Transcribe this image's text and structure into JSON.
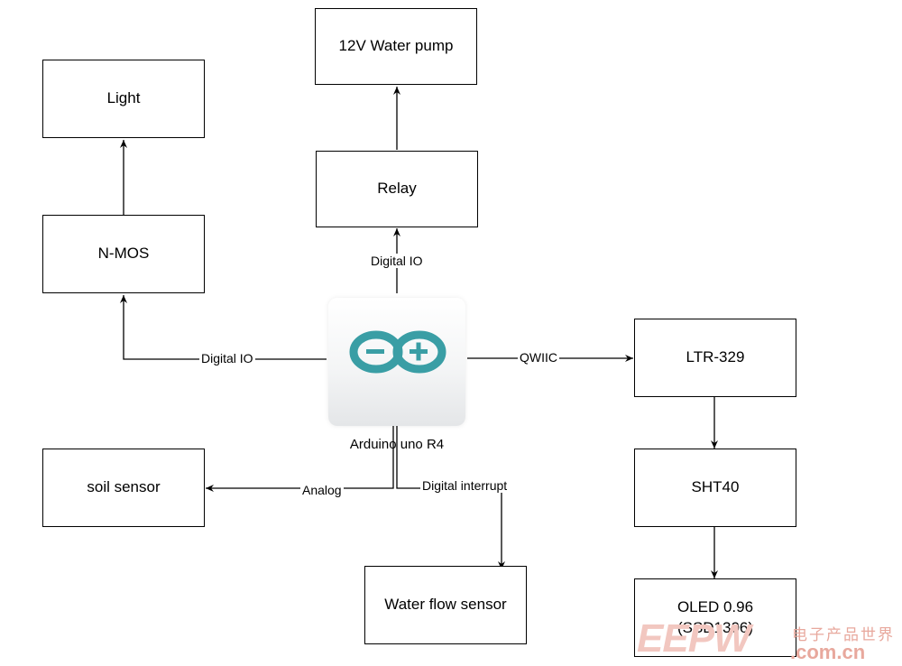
{
  "nodes": {
    "pump": "12V Water pump",
    "light": "Light",
    "relay": "Relay",
    "nmos": "N-MOS",
    "ltr": "LTR-329",
    "sht": "SHT40",
    "oled": "OLED 0.96\n(SSD1306)",
    "soil": "soil sensor",
    "flow": "Water flow sensor"
  },
  "arduino": {
    "caption": "Arduino uno R4",
    "logo_icon": "arduino-infinity-logo",
    "logo_color": "#3a9ea5"
  },
  "edges": {
    "relay_label": "Digital IO",
    "nmos_label": "Digital IO",
    "qwiic_label": "QWIIC",
    "soil_label": "Analog",
    "flow_label": "Digital interrupt"
  },
  "watermark": {
    "logo": "EEPW",
    "chinese": "电子产品世界",
    "site": ".com.cn"
  }
}
